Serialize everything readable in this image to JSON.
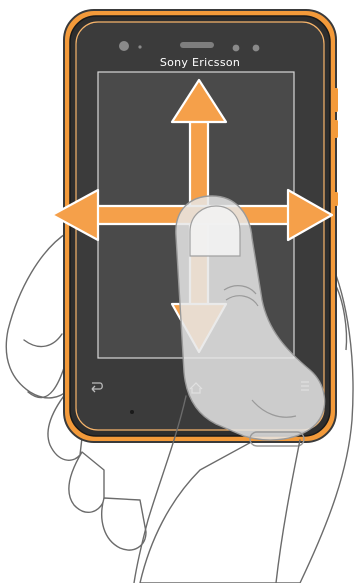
{
  "device": {
    "brand": "Sony Ericsson",
    "accent_color": "#f39a3a",
    "body_color": "#2b2b2b",
    "screen_color": "#4a4a4a"
  },
  "gesture": {
    "type": "drag",
    "directions": [
      "up",
      "down",
      "left",
      "right"
    ],
    "arrow_color": "#f5a04a"
  },
  "navigation_keys": [
    {
      "name": "back",
      "icon": "back-arrow-icon"
    },
    {
      "name": "home",
      "icon": "home-icon"
    },
    {
      "name": "menu",
      "icon": "menu-icon"
    }
  ]
}
